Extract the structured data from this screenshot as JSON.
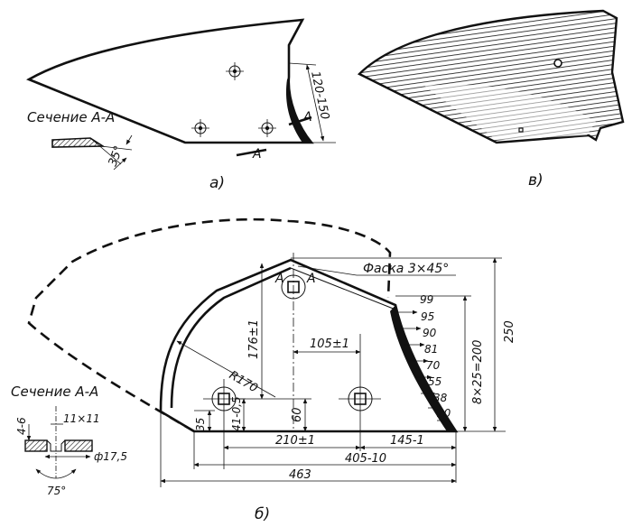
{
  "figure_a": {
    "caption": "а)",
    "section_title": "Сечение А-А",
    "angle_label": "35°",
    "height_dim": "120-150",
    "cut_mark_a1": "А",
    "cut_mark_a2": "А"
  },
  "figure_v": {
    "caption": "в)"
  },
  "figure_b": {
    "caption": "б)",
    "chamfer_label": "Фаска 3×45°",
    "cut_mark_a1": "А",
    "cut_mark_a2": "А",
    "radius_label": "R170",
    "dim_176": "176±1",
    "dim_105": "105±1",
    "dim_60": "60",
    "dim_41": "41-0,5",
    "dim_35": "35",
    "dim_210": "210±1",
    "dim_145": "145-1",
    "dim_405": "405-10",
    "dim_463": "463",
    "dim_250": "250",
    "dim_8x25": "8×25=200",
    "edge_values": [
      "99",
      "95",
      "90",
      "81",
      "70",
      "55",
      "38",
      "20"
    ],
    "section_title": "Сечение А-А",
    "sec_dim_46": "4-6",
    "sec_dim_11": "11×11",
    "sec_dim_phi": "ф17,5",
    "sec_angle": "75°"
  }
}
